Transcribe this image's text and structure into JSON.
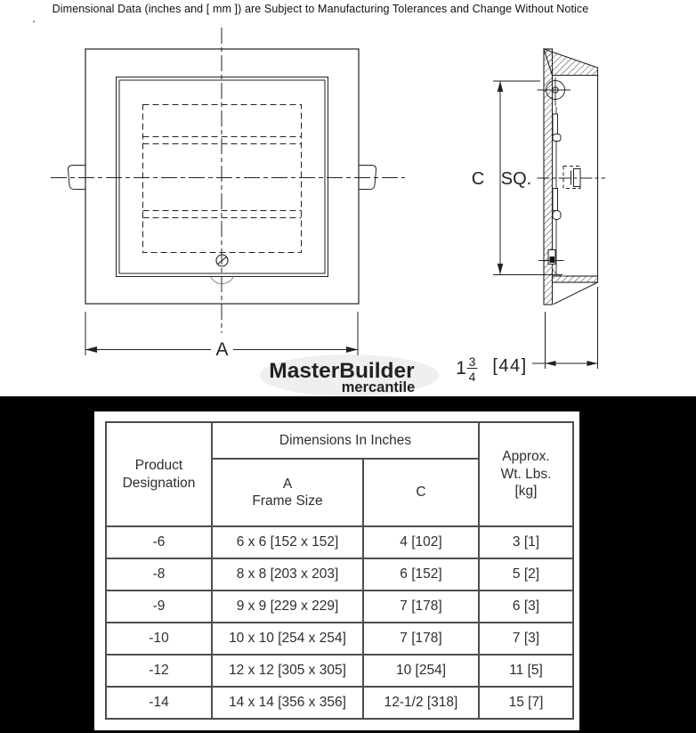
{
  "page": {
    "title": "Dimensional Data (inches and [ mm ]) are Subject to Manufacturing Tolerances and Change Without Notice",
    "stray_mark": "."
  },
  "drawing": {
    "front_view": {
      "dim_a_label": "A"
    },
    "side_view": {
      "dim_c_label": "C",
      "dim_sq_label": "SQ.",
      "depth_whole": "1",
      "depth_numerator": "3",
      "depth_denominator": "4",
      "depth_mm": "[44]"
    },
    "watermark": {
      "primary": "MasterBuilder",
      "secondary": "mercantile"
    }
  },
  "table": {
    "headers": {
      "product": "Product\nDesignation",
      "dimensions_group": "Dimensions In Inches",
      "frame_size": "A\nFrame Size",
      "c": "C",
      "weight": "Approx.\nWt. Lbs.\n[kg]"
    },
    "rows": [
      {
        "designation": "-6",
        "frame_size": "6 x 6 [152 x 152]",
        "c": "4 [102]",
        "weight": "3 [1]"
      },
      {
        "designation": "-8",
        "frame_size": "8 x 8 [203 x 203]",
        "c": "6 [152]",
        "weight": "5 [2]"
      },
      {
        "designation": "-9",
        "frame_size": "9 x 9 [229 x 229]",
        "c": "7 [178]",
        "weight": "6 [3]"
      },
      {
        "designation": "-10",
        "frame_size": "10 x 10 [254 x 254]",
        "c": "7 [178]",
        "weight": "7 [3]"
      },
      {
        "designation": "-12",
        "frame_size": "12 x 12 [305 x 305]",
        "c": "10 [254]",
        "weight": "11 [5]"
      },
      {
        "designation": "-14",
        "frame_size": "14 x 14 [356 x 356]",
        "c": "12-1/2 [318]",
        "weight": "15 [7]"
      }
    ]
  },
  "colors": {
    "band_background": "#000000",
    "drawing_line": "#222222",
    "table_border": "#4d4d4d",
    "watermark_ellipse": "#efefef",
    "watermark_text": "#fbfbfb"
  }
}
